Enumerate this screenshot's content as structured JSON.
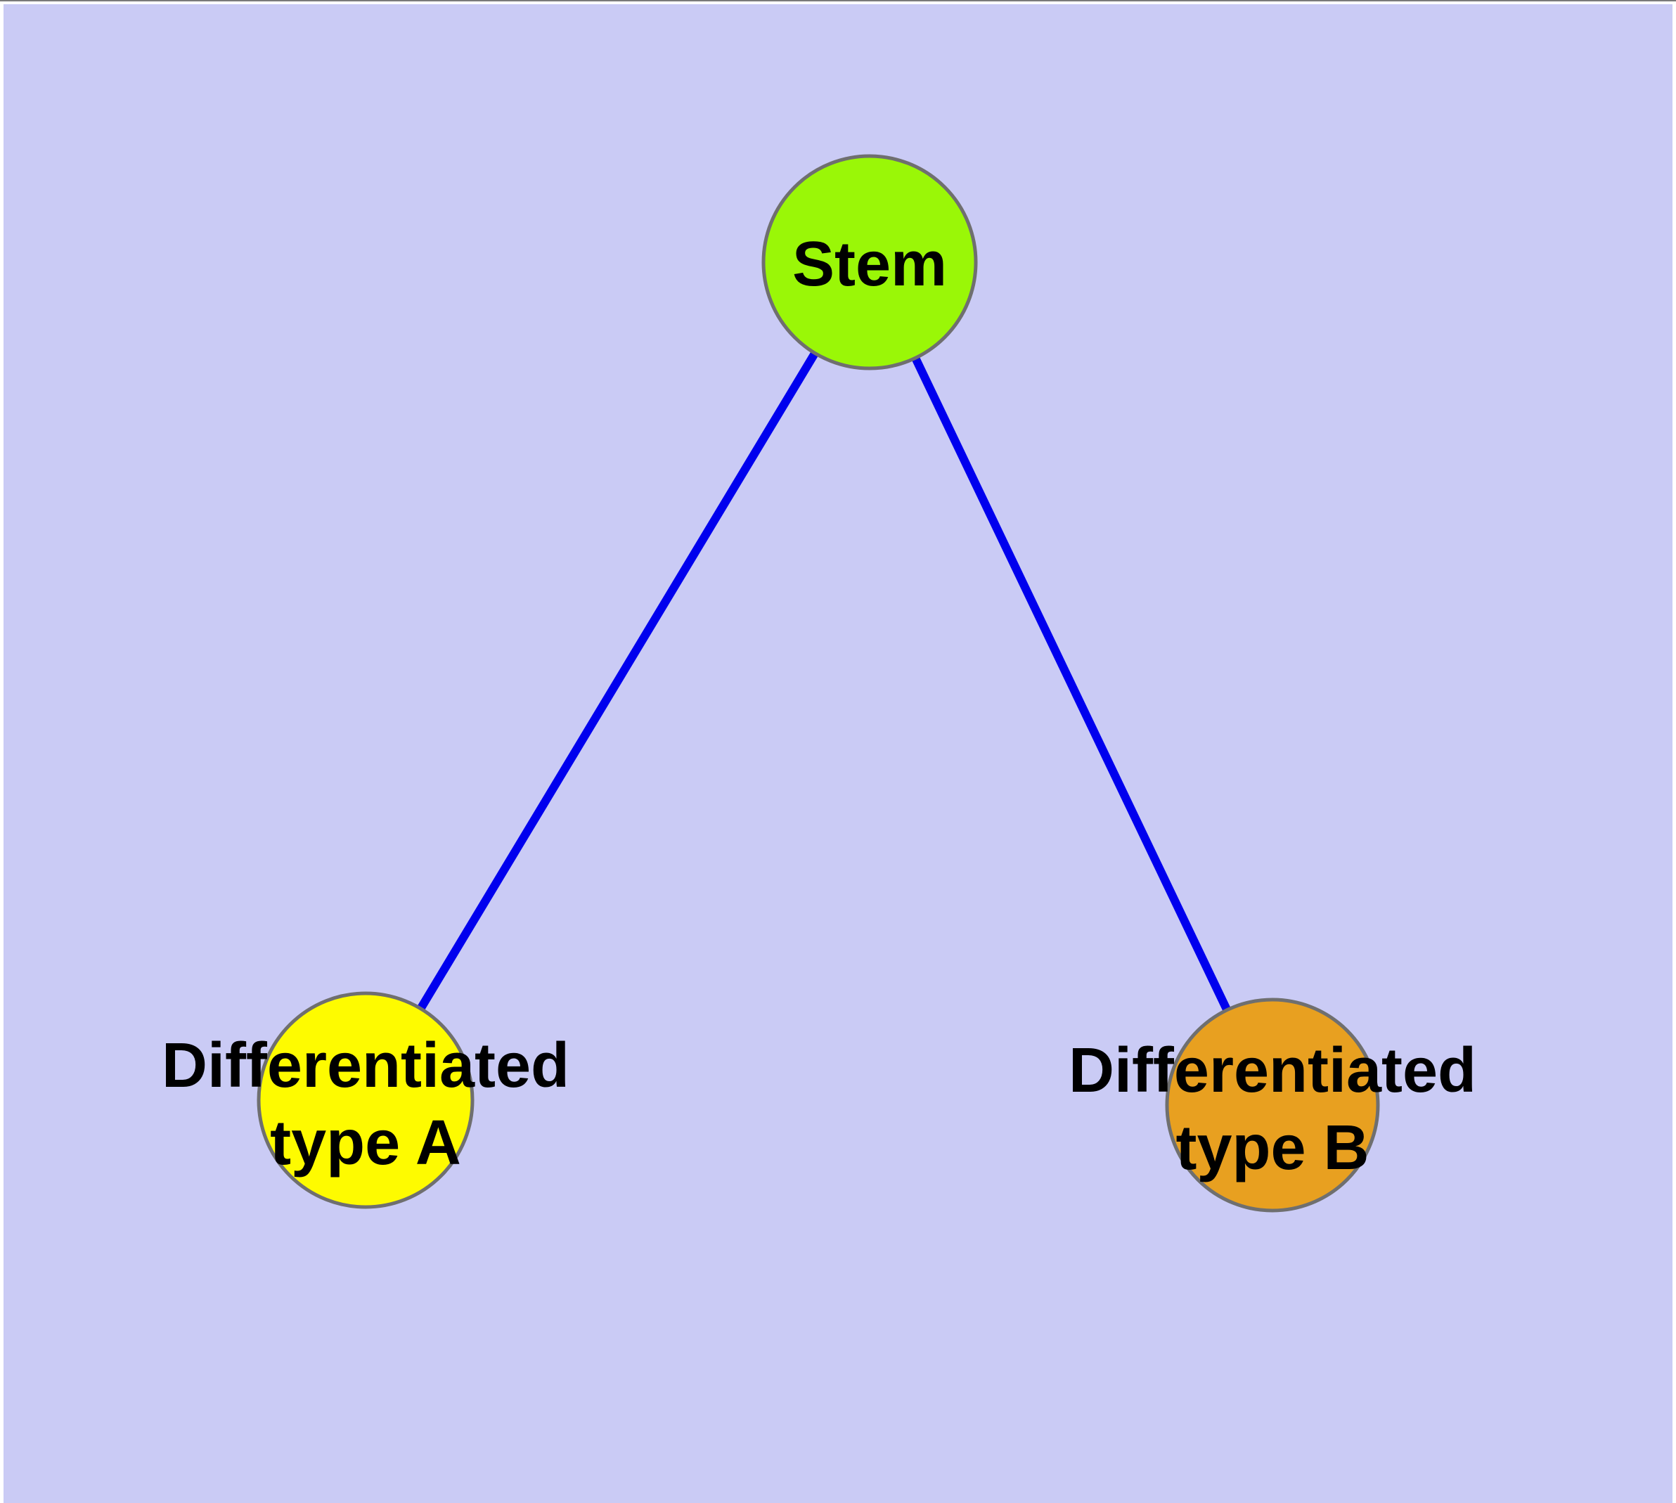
{
  "figure": {
    "description": "Cell differentiation graph: a stem node with two differentiated daughter types",
    "background_color": "#CACBF5",
    "frame_color": "#FFFFFF",
    "frame_hairline_color": "#7A7A7A",
    "node_border_color": "#6F6F6F",
    "edge_color": "#0000EE",
    "label_color": "#000000"
  },
  "nodes": [
    {
      "id": "stem",
      "label": "Stem",
      "fill": "#9AF707"
    },
    {
      "id": "differentiated-type-a",
      "label": "Differentiated type A",
      "label_line1": "Differentiated",
      "label_line2": "type A",
      "fill": "#FEFB00"
    },
    {
      "id": "differentiated-type-b",
      "label": "Differentiated type B",
      "label_line1": "Differentiated",
      "label_line2": "type B",
      "fill": "#E8A020"
    }
  ],
  "edges": [
    {
      "from": "stem",
      "to": "differentiated-type-a"
    },
    {
      "from": "stem",
      "to": "differentiated-type-b"
    }
  ]
}
